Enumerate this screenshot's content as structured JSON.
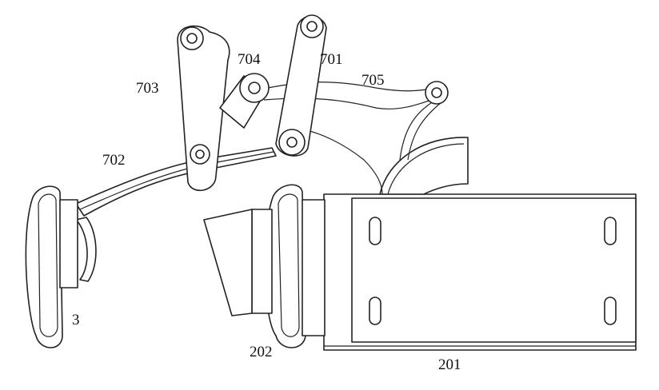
{
  "labels": {
    "l701": "701",
    "l702": "702",
    "l703": "703",
    "l704": "704",
    "l705": "705",
    "l3": "3",
    "l202": "202",
    "l201": "201"
  }
}
